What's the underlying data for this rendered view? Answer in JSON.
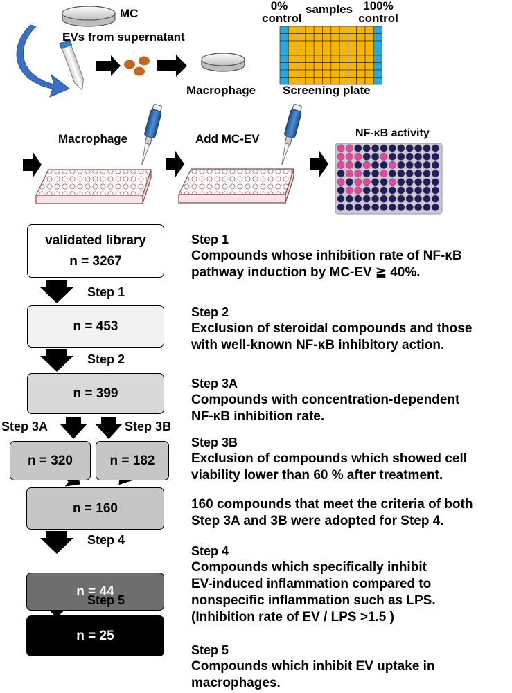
{
  "top": {
    "mc_label": "MC",
    "evs_label": "EVs from supernatant",
    "macrophage_label": "Macrophage",
    "plate_top_left": [
      "0%",
      "control"
    ],
    "plate_top_center": "samples",
    "plate_top_right": [
      "100%",
      "control"
    ],
    "plate_label": "Screening plate"
  },
  "assay": {
    "step_a": "Macrophage",
    "step_b": "Add MC-EV",
    "step_c": "NF-κB activity"
  },
  "flow": {
    "library_label": "validated library",
    "library_n": "n = 3267",
    "step1": "Step 1",
    "n_step1": "n = 453",
    "step2": "Step 2",
    "n_step2": "n = 399",
    "step3a": "Step 3A",
    "step3b": "Step 3B",
    "n_step3a": "n = 320",
    "n_step3b": "n = 182",
    "n_both": "n = 160",
    "step4": "Step 4",
    "n_step4": "n = 44",
    "step5": "Step 5",
    "n_step5": "n = 25"
  },
  "descriptions": [
    {
      "title": "Step 1",
      "lines": [
        "Compounds whose inhibition rate of NF-κB",
        "pathway induction by MC-EV ≧ 40%."
      ]
    },
    {
      "title": "Step 2",
      "lines": [
        "Exclusion of steroidal compounds and those",
        "with well-known NF-κB inhibitory action."
      ]
    },
    {
      "title": "Step 3A",
      "lines": [
        "Compounds with concentration-dependent",
        "NF-κB inhibition rate."
      ]
    },
    {
      "title": "Step 3B",
      "lines": [
        "Exclusion of compounds which showed cell",
        "viability lower than 60 % after treatment."
      ]
    },
    {
      "title": "",
      "lines": [
        "160 compounds that meet the criteria of both",
        "Step 3A and 3B were adopted for Step 4."
      ]
    },
    {
      "title": "Step 4",
      "lines": [
        "Compounds which specifically inhibit",
        "EV-induced inflammation compared to",
        "nonspecific inflammation such as LPS.",
        "(Inhibition rate of EV / LPS >1.5 )"
      ]
    },
    {
      "title": "Step 5",
      "lines": [
        "Compounds which inhibit EV uptake in",
        "macrophages."
      ]
    }
  ],
  "colors": {
    "plate_control": "#29a8e0",
    "plate_sample": "#f7b500",
    "ev_particle": "#c8651c",
    "curved_arrow": "#3a6fc4",
    "box_step1": "#f2f2f2",
    "box_step2": "#d9d9d9",
    "box_step3": "#c6c6c6",
    "box_step4": "#6e6e6e",
    "box_step5": "#000000"
  }
}
